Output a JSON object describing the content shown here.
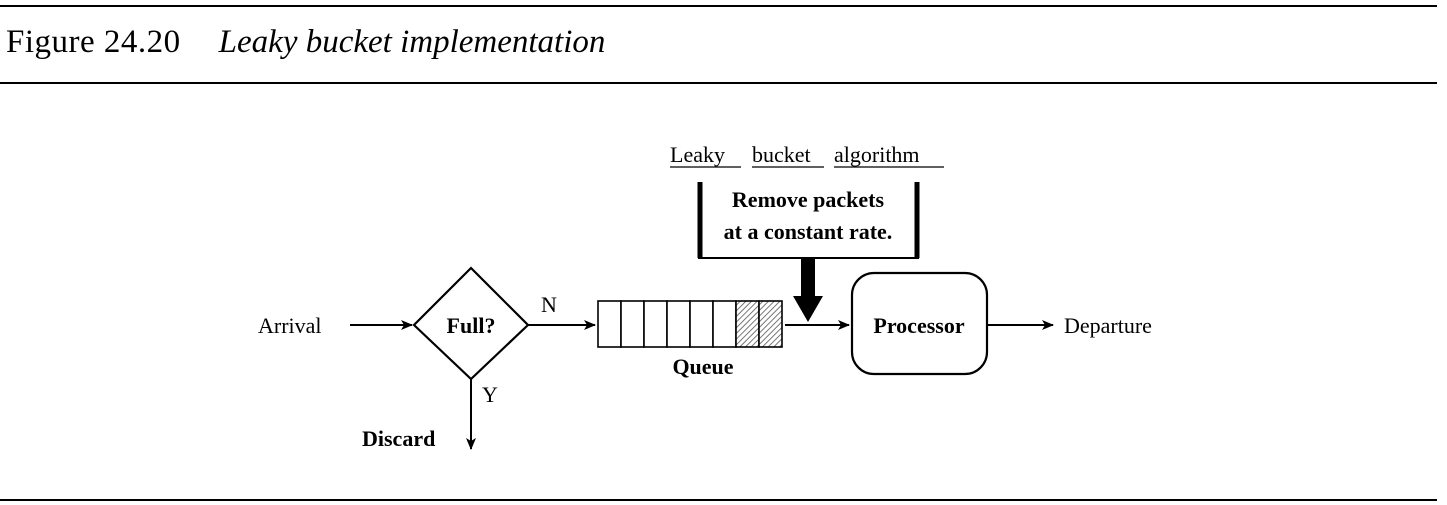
{
  "figure": {
    "number": "Figure 24.20",
    "title": "Leaky bucket implementation"
  },
  "diagram": {
    "algorithm_label": {
      "words": [
        "Leaky",
        "bucket",
        "algorithm"
      ]
    },
    "algorithm_box": {
      "line1": "Remove packets",
      "line2": "at a constant rate."
    },
    "arrival_label": "Arrival",
    "decision_label": "Full?",
    "no_label": "N",
    "yes_label": "Y",
    "discard_label": "Discard",
    "queue_label": "Queue",
    "processor_label": "Processor",
    "departure_label": "Departure",
    "queue": {
      "empty_slots": 6,
      "filled_slots": 2
    }
  }
}
